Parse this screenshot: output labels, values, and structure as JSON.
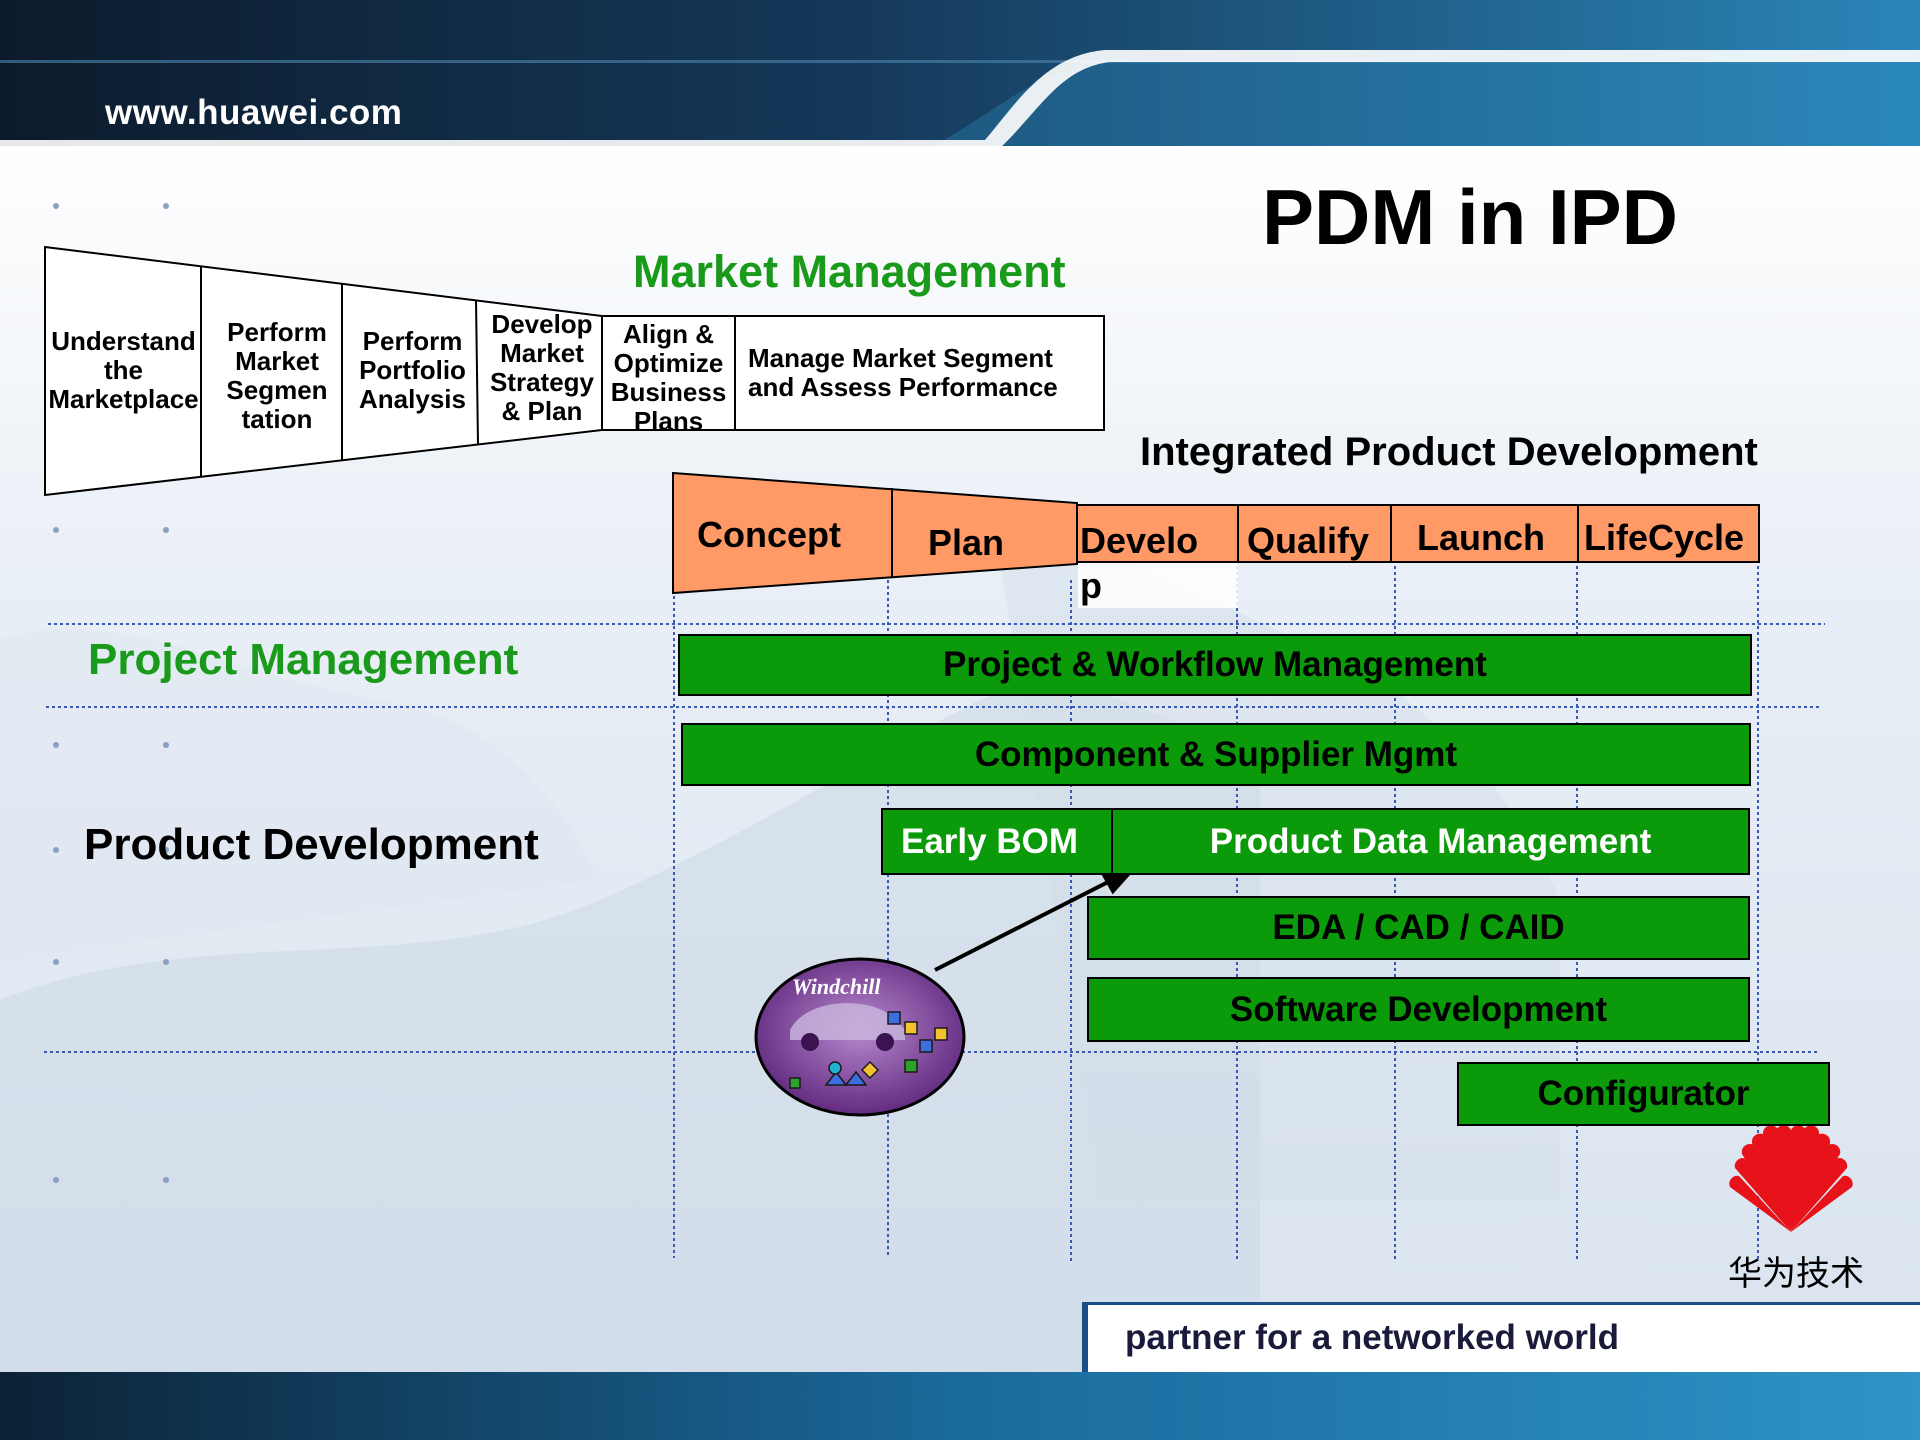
{
  "header": {
    "url": "www.huawei.com"
  },
  "title": "PDM in IPD",
  "market_management": {
    "title": "Market Management",
    "steps": [
      "Understand the Marketplace",
      "Perform Market Segmen tation",
      "Perform Portfolio Analysis",
      "Develop Market Strategy & Plan",
      "Align & Optimize Business Plans",
      "Manage Market Segment and Assess Performance"
    ]
  },
  "ipd": {
    "title": "Integrated Product Development",
    "phases": [
      "Concept",
      "Plan",
      "Develo",
      "p",
      "Qualify",
      "Launch",
      "LifeCycle"
    ]
  },
  "sections": {
    "project_management": "Project Management",
    "product_development": "Product Development"
  },
  "bars": {
    "workflow": "Project & Workflow Management",
    "component": "Component & Supplier Mgmt",
    "early_bom": "Early BOM",
    "pdm": "Product Data  Management",
    "eda": "EDA / CAD / CAID",
    "software": "Software Development",
    "configurator": "Configurator"
  },
  "windchill": {
    "label": "Windchill"
  },
  "footer": {
    "tagline": "partner for a networked world"
  },
  "logo": {
    "text": "华为技术"
  },
  "colors": {
    "header_dark": "#0d1f33",
    "header_blue": "#1f6fa3",
    "green_title": "#1a9a1a",
    "bar_green": "#0a9a0a",
    "phase_orange": "#ff9966",
    "logo_red": "#e8121a",
    "windchill_purple": "#6b2c8c"
  }
}
